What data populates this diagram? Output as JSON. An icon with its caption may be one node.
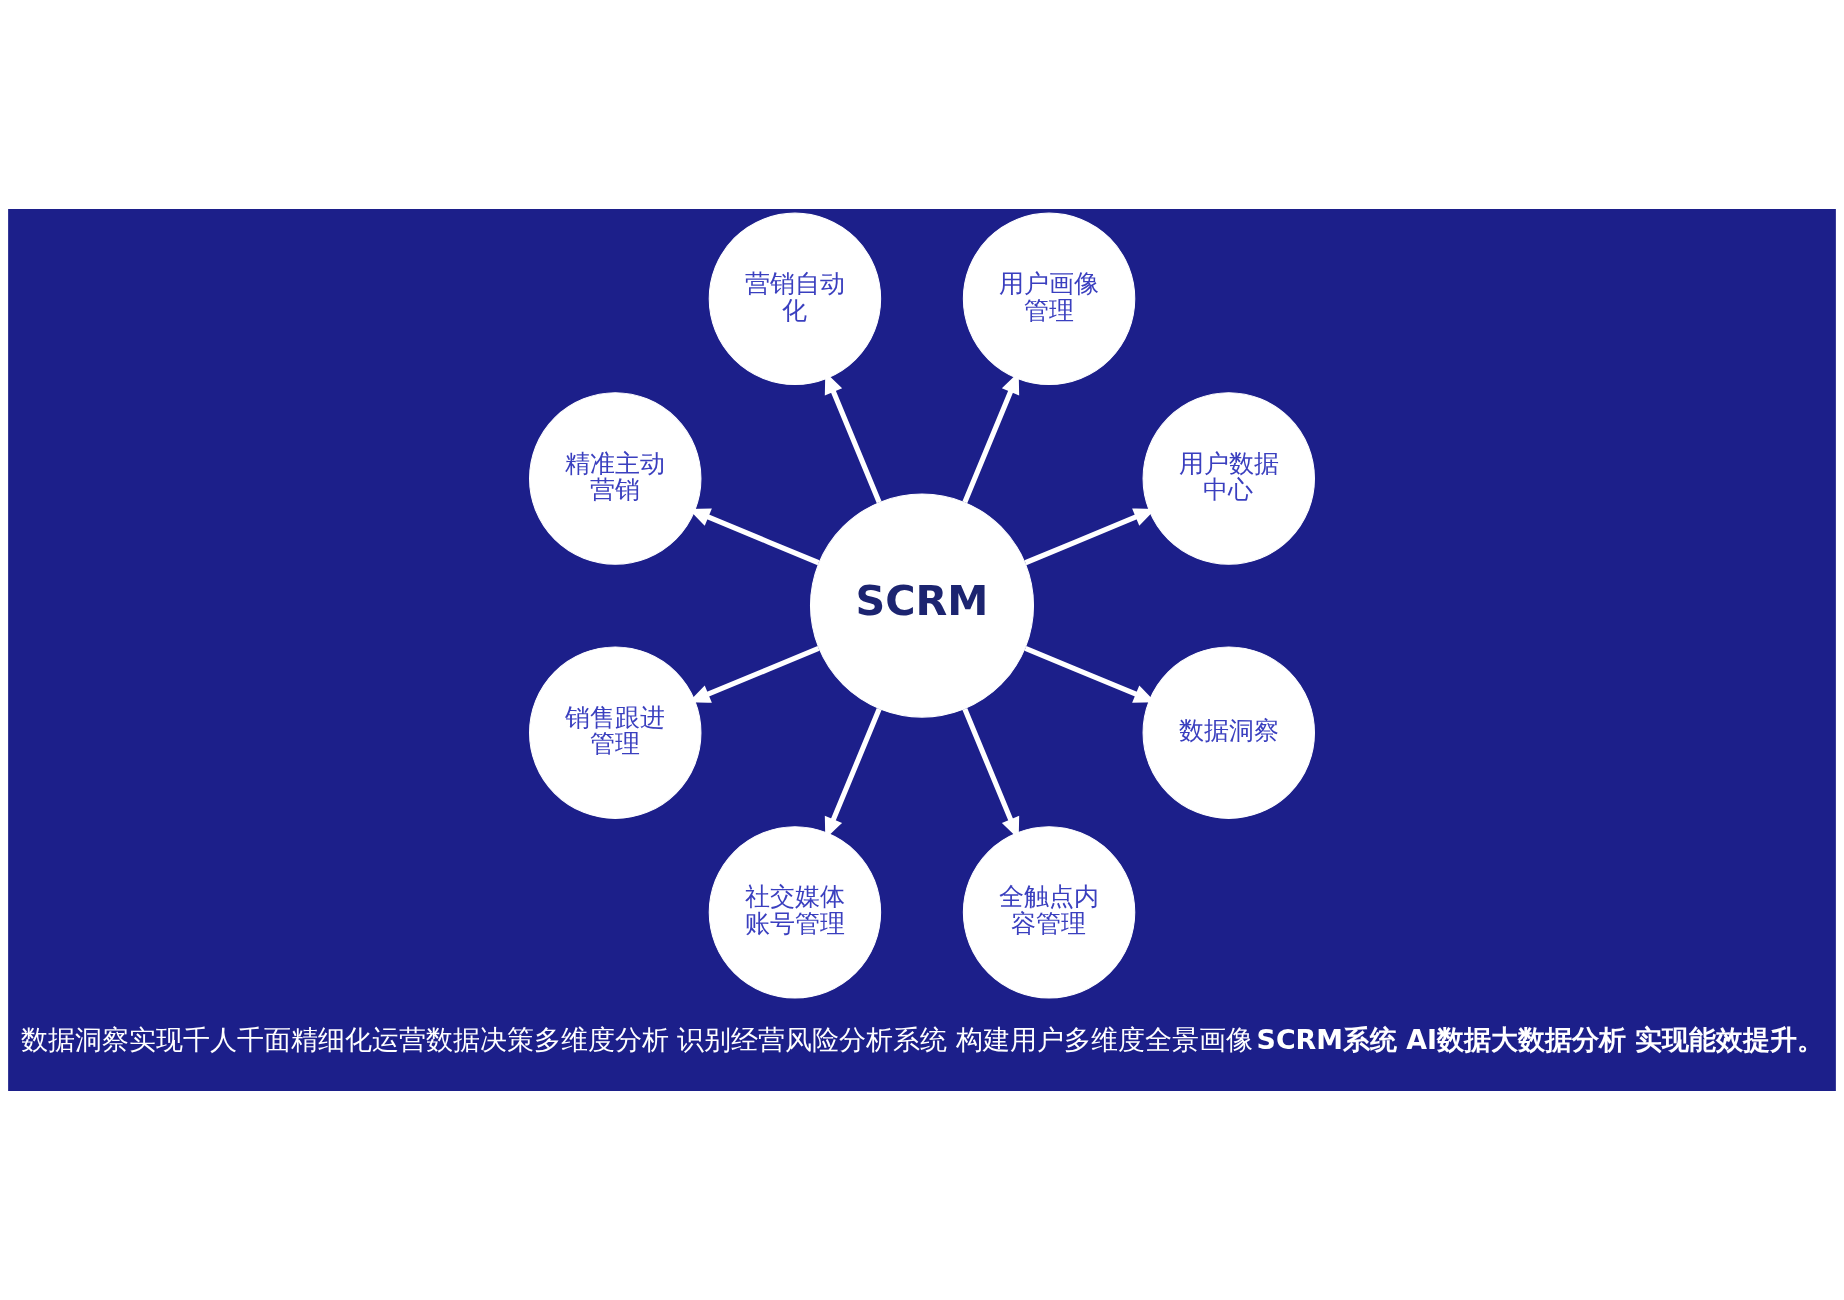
{
  "diagram": {
    "caption": "数据洞察实现千人千面精细化运营数据决策多维度分析 识别经营风险分析系统 构建用户多维度全景画像**SCRM系统 AI数据大数据分析 实现能效提升。**",
    "nodes": [
      {
        "text": [
          "SCRM"
        ]
      },
      {
        "text": [
          "用户数据中心"
        ]
      },
      {
        "text": [
          "用户画像管理"
        ]
      },
      {
        "text": [
          "营销自动化"
        ]
      },
      {
        "text": [
          "精准主动营销"
        ]
      },
      {
        "text": [
          "销售跟进管理"
        ]
      },
      {
        "text": [
          "社交媒体账号管理"
        ]
      },
      {
        "text": [
          "全触点内容管理"
        ]
      },
      {
        "text": [
          "数据洞察"
        ]
      }
    ],
    "edges": [
      {
        "from": 0,
        "to": 1,
        "arrow": "to"
      },
      {
        "from": 0,
        "to": 2,
        "arrow": "to"
      },
      {
        "from": 0,
        "to": 3,
        "arrow": "to"
      },
      {
        "from": 0,
        "to": 4,
        "arrow": "to"
      },
      {
        "from": 0,
        "to": 5,
        "arrow": "to"
      },
      {
        "from": 0,
        "to": 6,
        "arrow": "to"
      },
      {
        "from": 0,
        "to": 7,
        "arrow": "to"
      },
      {
        "from": 0,
        "to": 8,
        "arrow": "to"
      }
    ]
  }
}
